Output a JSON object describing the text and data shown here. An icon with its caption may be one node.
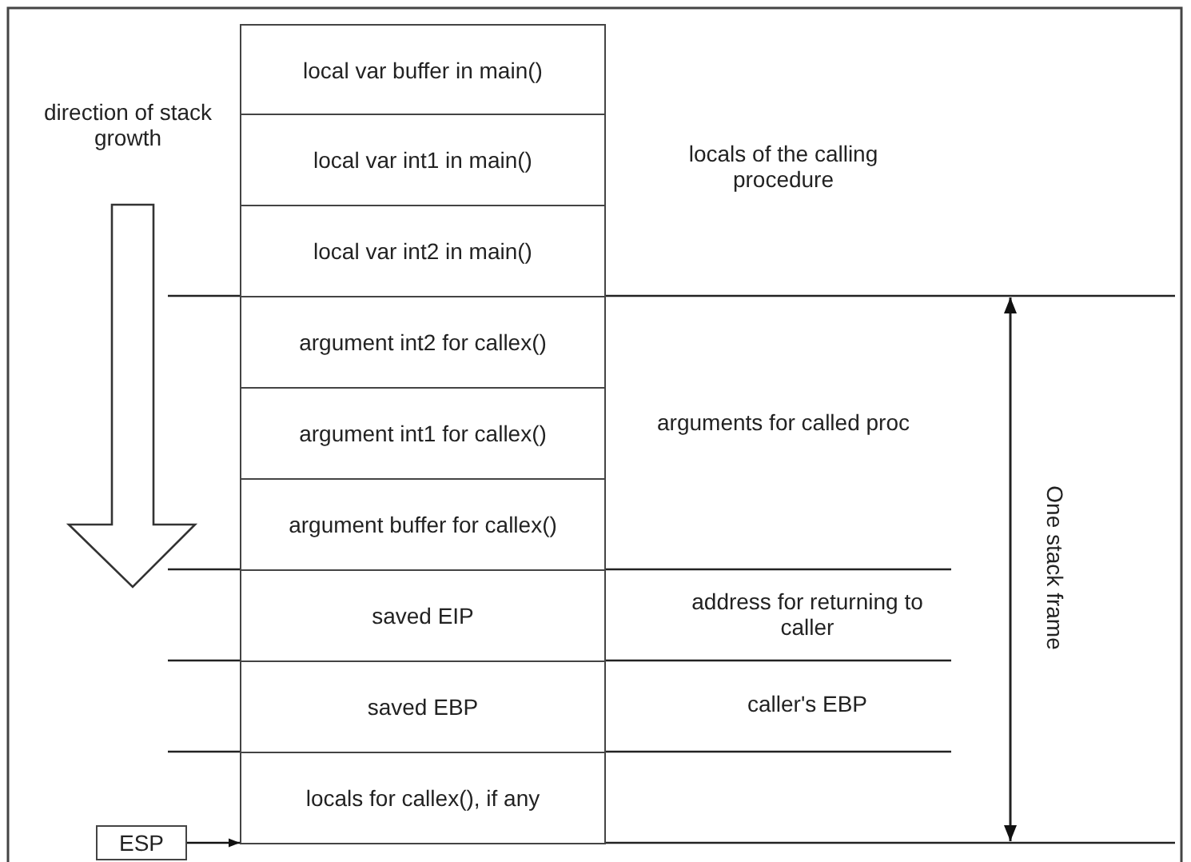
{
  "diagram": {
    "nodes": [
      {
        "text": [
          "local var buffer in main()"
        ]
      },
      {
        "text": [
          "local var int1 in main()"
        ]
      },
      {
        "text": [
          "local var int2 in main()"
        ]
      },
      {
        "text": [
          "argument int2 for callex()"
        ]
      },
      {
        "text": [
          "argument int1 for callex()"
        ]
      },
      {
        "text": [
          "argument buffer for callex()"
        ]
      },
      {
        "text": [
          "saved EIP"
        ]
      },
      {
        "text": [
          "saved EBP"
        ]
      },
      {
        "text": [
          "locals for callex(), if any"
        ]
      },
      {
        "text": [
          "ESP"
        ]
      }
    ],
    "edges": [
      {
        "from": 9,
        "to": 8,
        "arrow": "to"
      }
    ],
    "labels": [
      "direction of stack growth",
      "locals of the calling procedure",
      "arguments for called proc",
      "address for returning to caller",
      "caller's EBP",
      "One stack frame"
    ]
  }
}
